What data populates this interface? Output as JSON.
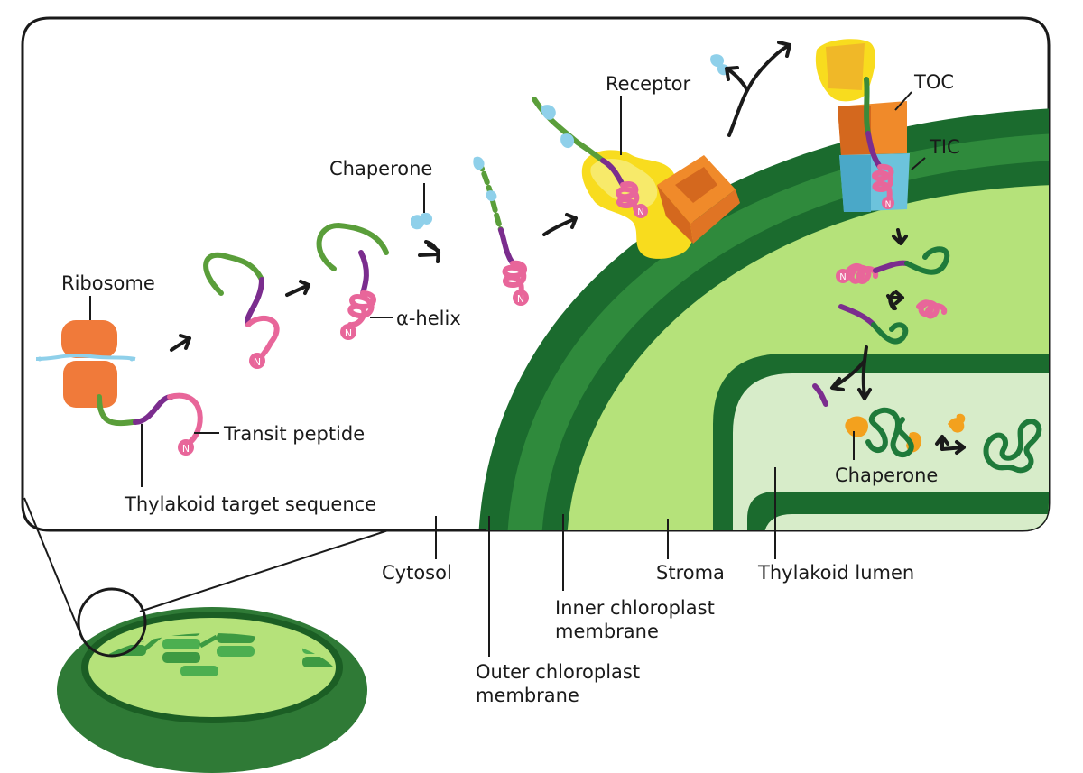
{
  "labels": {
    "ribosome": "Ribosome",
    "transit_peptide": "Transit peptide",
    "thylakoid_target_sequence": "Thylakoid target sequence",
    "alpha_helix": "α-helix",
    "chaperone_cytosol": "Chaperone",
    "receptor": "Receptor",
    "toc": "TOC",
    "tic": "TIC",
    "chaperone_lumen": "Chaperone",
    "n_terminus": "N",
    "cytosol": "Cytosol",
    "outer_membrane_line1": "Outer chloroplast",
    "outer_membrane_line2": "membrane",
    "inner_membrane_line1": "Inner chloroplast",
    "inner_membrane_line2": "membrane",
    "stroma": "Stroma",
    "thylakoid_lumen": "Thylakoid lumen"
  },
  "colors": {
    "outer_membrane": "#1b6b2e",
    "intermembrane": "#2f8a3c",
    "stroma": "#b5e27a",
    "thylakoid_lumen": "#d7ecc9",
    "ribosome": "#f07a3a",
    "peptide_green": "#5a9e3a",
    "peptide_purple": "#7b2d8e",
    "peptide_pink": "#e8669a",
    "chaperone": "#8fd0ea",
    "receptor": "#f8dc1e",
    "toc": "#f08a2a",
    "tic": "#6cc3dc",
    "lumen_chaperone": "#f3a11e"
  }
}
